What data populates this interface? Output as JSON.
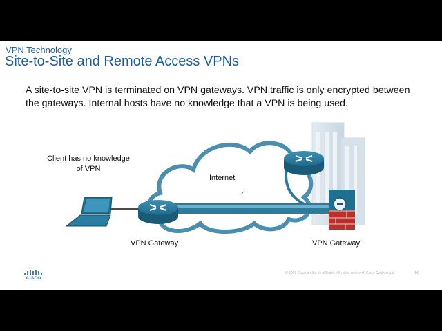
{
  "header": {
    "kicker": "VPN Technology",
    "title": "Site-to-Site and Remote Access VPNs"
  },
  "body_text": "A site-to-site VPN is terminated on VPN gateways. VPN traffic is only encrypted between the gateways. Internal hosts have no knowledge that a VPN is being used.",
  "diagram": {
    "client_label": "Client has no knowledge of VPN",
    "cloud_label": "Internet",
    "gateway_left_label": "VPN Gateway",
    "gateway_right_label": "VPN Gateway"
  },
  "footer": {
    "logo_text": "CISCO",
    "copyright": "© 2016 Cisco and/or its affiliates. All rights reserved.   Cisco Confidential",
    "page_number": "14"
  },
  "colors": {
    "accent": "#1a5f9e",
    "cloud_stroke": "#4a8fb0",
    "router": "#1f6f8f",
    "tunnel": "#2e7a9b",
    "brick": "#b8302a"
  }
}
